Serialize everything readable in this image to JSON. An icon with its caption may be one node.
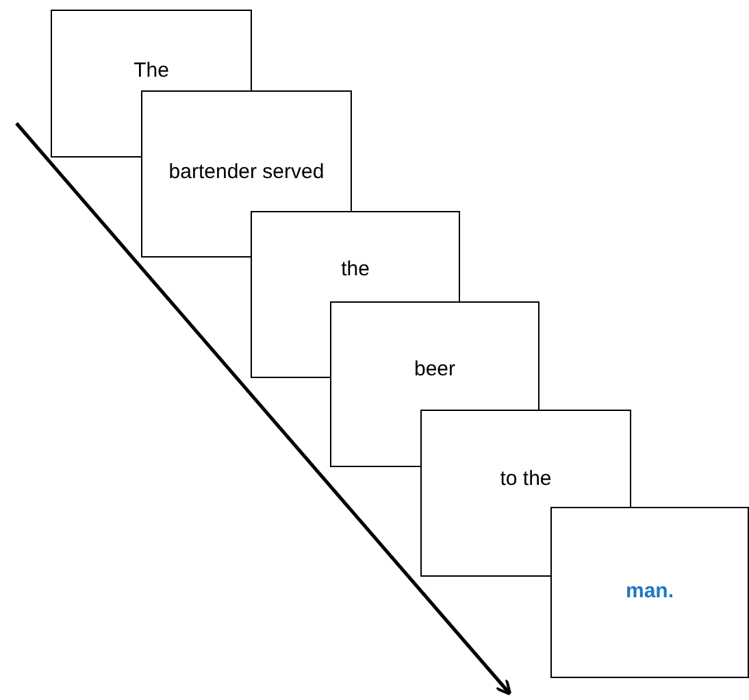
{
  "diagram": {
    "nodes": [
      {
        "text": [
          "The"
        ]
      },
      {
        "text": [
          "bartender served"
        ]
      },
      {
        "text": [
          "the"
        ]
      },
      {
        "text": [
          "beer"
        ]
      },
      {
        "text": [
          "to the"
        ]
      },
      {
        "text": [
          "man."
        ]
      }
    ]
  }
}
